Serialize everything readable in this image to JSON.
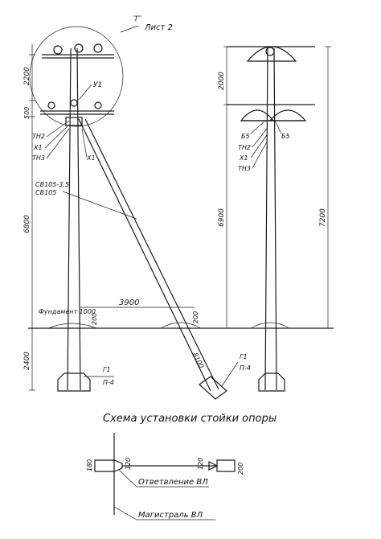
{
  "sheet": {
    "roman": "I",
    "label": "Лист 2"
  },
  "left_pole": {
    "dims": [
      "2200",
      "500",
      "6800",
      "2400",
      "200",
      "3900",
      "200",
      "8100"
    ],
    "labels": [
      "У1",
      "ТН2",
      "Х1",
      "ТН3",
      "Х1",
      "СВ105-3,5",
      "СВ105",
      "Фундамент 1000",
      "Г1",
      "П-4",
      "Г1",
      "П-4"
    ]
  },
  "right_pole": {
    "dims": [
      "2000",
      "6900",
      "7200"
    ],
    "labels": [
      "Б5",
      "Б5",
      "ТН2",
      "Х1",
      "ТН3"
    ]
  },
  "scheme": {
    "title": "Схема установки стойки опоры",
    "dims": [
      "180",
      "120",
      "120",
      "200"
    ],
    "labels": [
      "Ответвление ВЛ",
      "Магистраль ВЛ"
    ]
  },
  "colors": {
    "ink": "#1a1a1a",
    "paper": "#ffffff"
  }
}
